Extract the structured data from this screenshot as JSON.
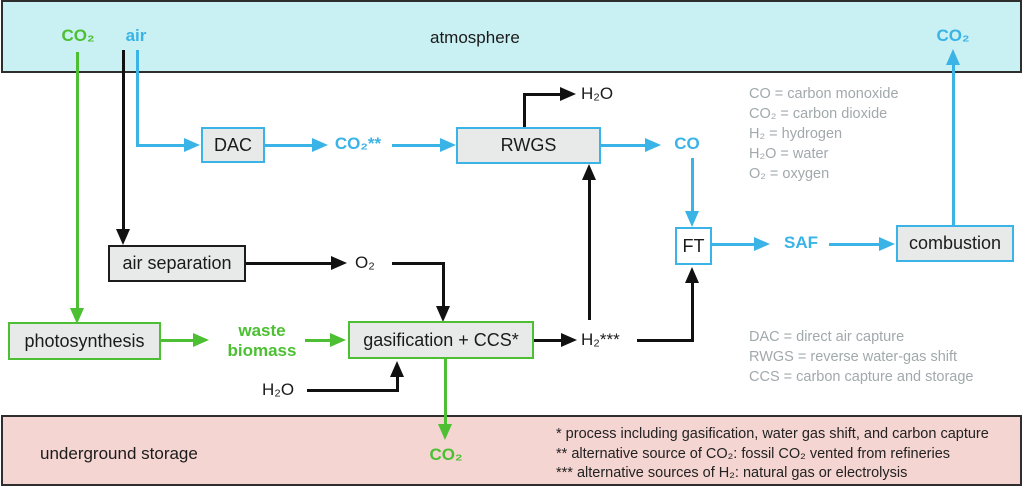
{
  "bands": {
    "atmosphere": {
      "label": "atmosphere",
      "inflow_co2": "CO₂",
      "inflow_air": "air",
      "outflow_co2": "CO₂"
    },
    "storage": {
      "label": "underground storage",
      "inflow_co2": "CO₂"
    }
  },
  "nodes": {
    "dac": "DAC",
    "rwgs": "RWGS",
    "air_separation": "air separation",
    "photosynthesis": "photosynthesis",
    "gasification": "gasification + CCS*",
    "ft": "FT",
    "combustion": "combustion"
  },
  "flows": {
    "co2_from_dac": "CO₂**",
    "h2o_from_rwgs": "H₂O",
    "co": "CO",
    "o2": "O₂",
    "waste_line1": "waste",
    "waste_line2": "biomass",
    "h2": "H₂***",
    "saf": "SAF",
    "h2o_to_gasification": "H₂O",
    "co2_to_storage": "CO₂"
  },
  "legends": {
    "gas": [
      "CO = carbon monoxide",
      "CO₂ = carbon dioxide",
      "H₂ = hydrogen",
      "H₂O = water",
      "O₂ = oxygen"
    ],
    "process": [
      "DAC = direct air capture",
      "RWGS = reverse water-gas shift",
      "CCS = carbon capture and storage"
    ]
  },
  "footnotes": [
    "* process including gasification, water gas shift, and carbon capture",
    "** alternative source of CO₂: fossil CO₂ vented from refineries",
    "*** alternative sources of H₂: natural gas or electrolysis"
  ],
  "colors": {
    "blue": "#3ab3e6",
    "green": "#4cc032",
    "atmosphere_fill": "#c9f0f2",
    "storage_fill": "#f4d5d1",
    "gray_text": "#a1a9ac",
    "box_fill": "#e8eaea"
  }
}
